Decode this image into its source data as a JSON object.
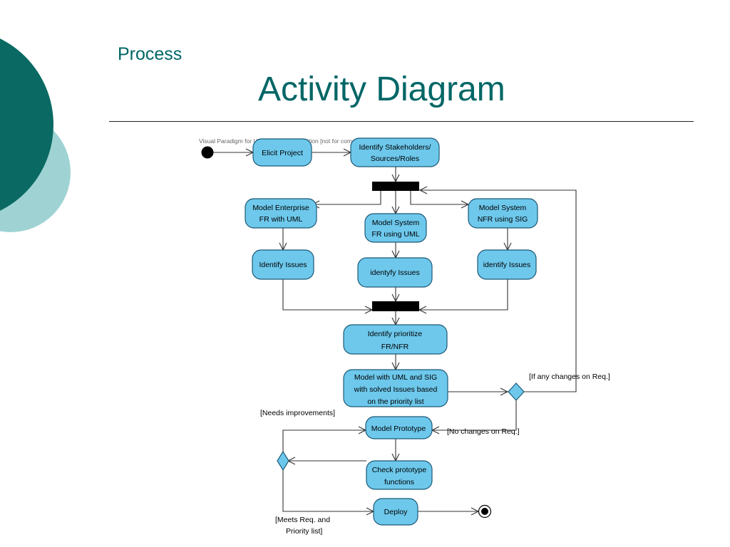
{
  "slide": {
    "section": "Process",
    "title": "Activity Diagram",
    "colors": {
      "accent": "#006666",
      "circle_dark": "#0a6a63",
      "circle_light": "#9fd3d3",
      "activity_fill": "#6dc8ec"
    }
  },
  "diagram": {
    "watermark": "Visual Paradigm for UML Community Edition [not for commercial use]",
    "activities": {
      "elicit": [
        "Elicit  Project"
      ],
      "stakeholders": [
        "Identify Stakeholders/",
        "Sources/Roles"
      ],
      "model_enterprise": [
        "Model Enterprise",
        "FR with UML"
      ],
      "model_system_fr": [
        "Model System",
        "FR using UML"
      ],
      "model_system_nfr": [
        "Model System",
        "NFR using SIG"
      ],
      "issues_left": [
        "Identify Issues"
      ],
      "issues_mid": [
        "identyfy Issues"
      ],
      "issues_right": [
        "identify Issues"
      ],
      "prioritize": [
        "Identify prioritize",
        "FR/NFR"
      ],
      "model_uml_sig": [
        "Model with UML and SIG",
        "with solved Issues based",
        "on the priority list"
      ],
      "prototype": [
        "Model Prototype"
      ],
      "check": [
        "Check prototype",
        "functions"
      ],
      "deploy": [
        "Deploy"
      ]
    },
    "guards": {
      "changes": [
        "[If any changes on Req.]"
      ],
      "no_changes": [
        "[No changes on Req.]"
      ],
      "needs_improvements": [
        "[Needs improvements]"
      ],
      "meets": [
        "[Meets Req. and",
        "Priority list]"
      ]
    }
  }
}
